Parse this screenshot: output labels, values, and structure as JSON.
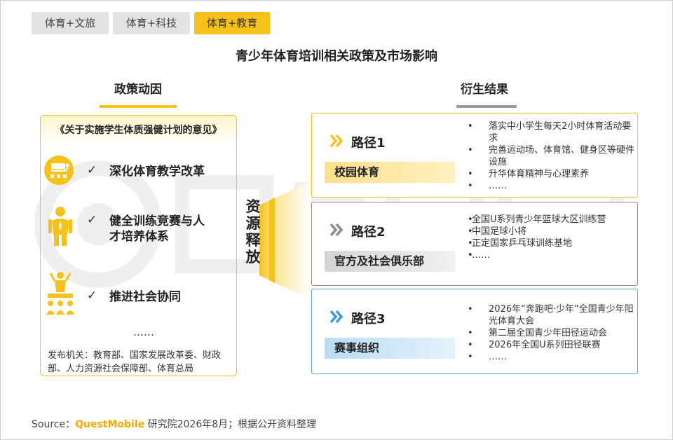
{
  "tabs": [
    {
      "label": "体育+文旅",
      "active": false
    },
    {
      "label": "体育+科技",
      "active": false
    },
    {
      "label": "体育+教育",
      "active": true
    }
  ],
  "title": "青少年体育培训相关政策及市场影响",
  "left_section": {
    "heading": "政策动因",
    "doc_title": "《关于实施学生体质强健计划的意见》",
    "check": "✓",
    "policies": [
      {
        "icon": "classroom-icon",
        "text": "深化体育教学改革"
      },
      {
        "icon": "athlete-icon",
        "text": "健全训练竞赛与人才培养体系"
      },
      {
        "icon": "community-icon",
        "text": "推进社会协同"
      }
    ],
    "ellipsis": "……",
    "issuer": "发布机关：教育部、国家发展改革委、财政部、人力资源社会保障部、体育总局"
  },
  "middle": {
    "label": "资源释放"
  },
  "right_section": {
    "heading": "衍生结果",
    "paths": [
      {
        "label": "路径1",
        "tag": "校园体育",
        "bullets": [
          "落实中小学生每天2小时体育活动要求",
          "完善运动场、体育馆、健身区等硬件设施",
          "升华体育精神与心理素养",
          "……"
        ]
      },
      {
        "label": "路径2",
        "tag": "官方及社会俱乐部",
        "bullets": [
          "全国U系列青少年篮球大区训练营",
          "中国足球小将",
          "正定国家乒乓球训练基地",
          "……"
        ]
      },
      {
        "label": "路径3",
        "tag": "赛事组织",
        "bullets": [
          "2026年“奔跑吧·少年”全国青少年阳光体育大会",
          "第二届全国青少年田径运动会",
          "2026年全国U系列田径联赛",
          "……"
        ]
      }
    ]
  },
  "source": {
    "prefix": "Source：",
    "brand": "QuestMobile",
    "suffix": " 研究院2026年8月；根据公开资料整理"
  },
  "colors": {
    "accent_yellow": "#f6c21a",
    "grey": "#8c8c8c",
    "blue": "#5aaad8",
    "brand_orange": "#f6a800"
  }
}
